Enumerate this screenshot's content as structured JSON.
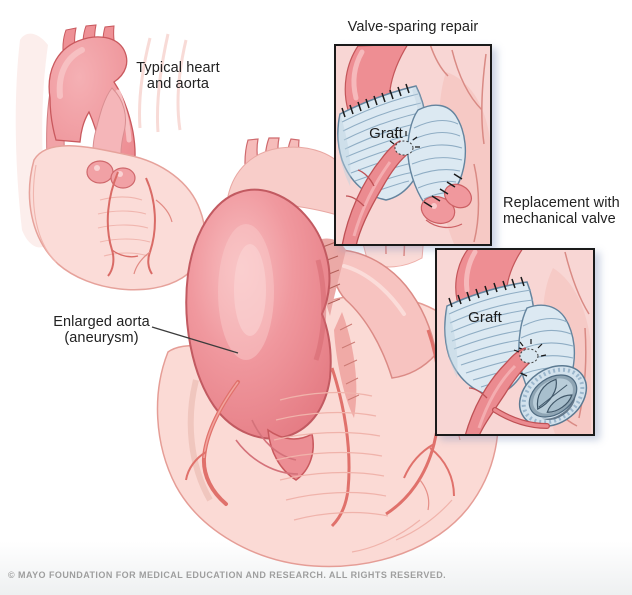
{
  "figure": {
    "main_labels": {
      "typical_heart_line1": "Typical heart",
      "typical_heart_line2": "and aorta",
      "enlarged_aorta_line1": "Enlarged aorta",
      "enlarged_aorta_line2": "(aneurysm)"
    },
    "insets": {
      "valve_sparing": {
        "title": "Valve-sparing repair",
        "graft_label": "Graft"
      },
      "mechanical_valve": {
        "title_line1": "Replacement with",
        "title_line2": "mechanical valve",
        "graft_label": "Graft"
      }
    },
    "footer": {
      "copyright": "© MAYO FOUNDATION FOR MEDICAL EDUCATION AND RESEARCH. ALL RIGHTS RESERVED."
    },
    "colors": {
      "heart_pink": "#FBDCD8",
      "aorta_red": "#EE9196",
      "aneurysm_red": "#EA868D",
      "panel_background_pink": "#F8D6D4",
      "graft_blue": "#DCE9F2",
      "graft_rib_blue": "#8FADC4",
      "outline_red": "#C4565A",
      "panel_border": "#1A1A1A",
      "label_text": "#222222",
      "copyright_gray": "#9E9E9E"
    }
  }
}
